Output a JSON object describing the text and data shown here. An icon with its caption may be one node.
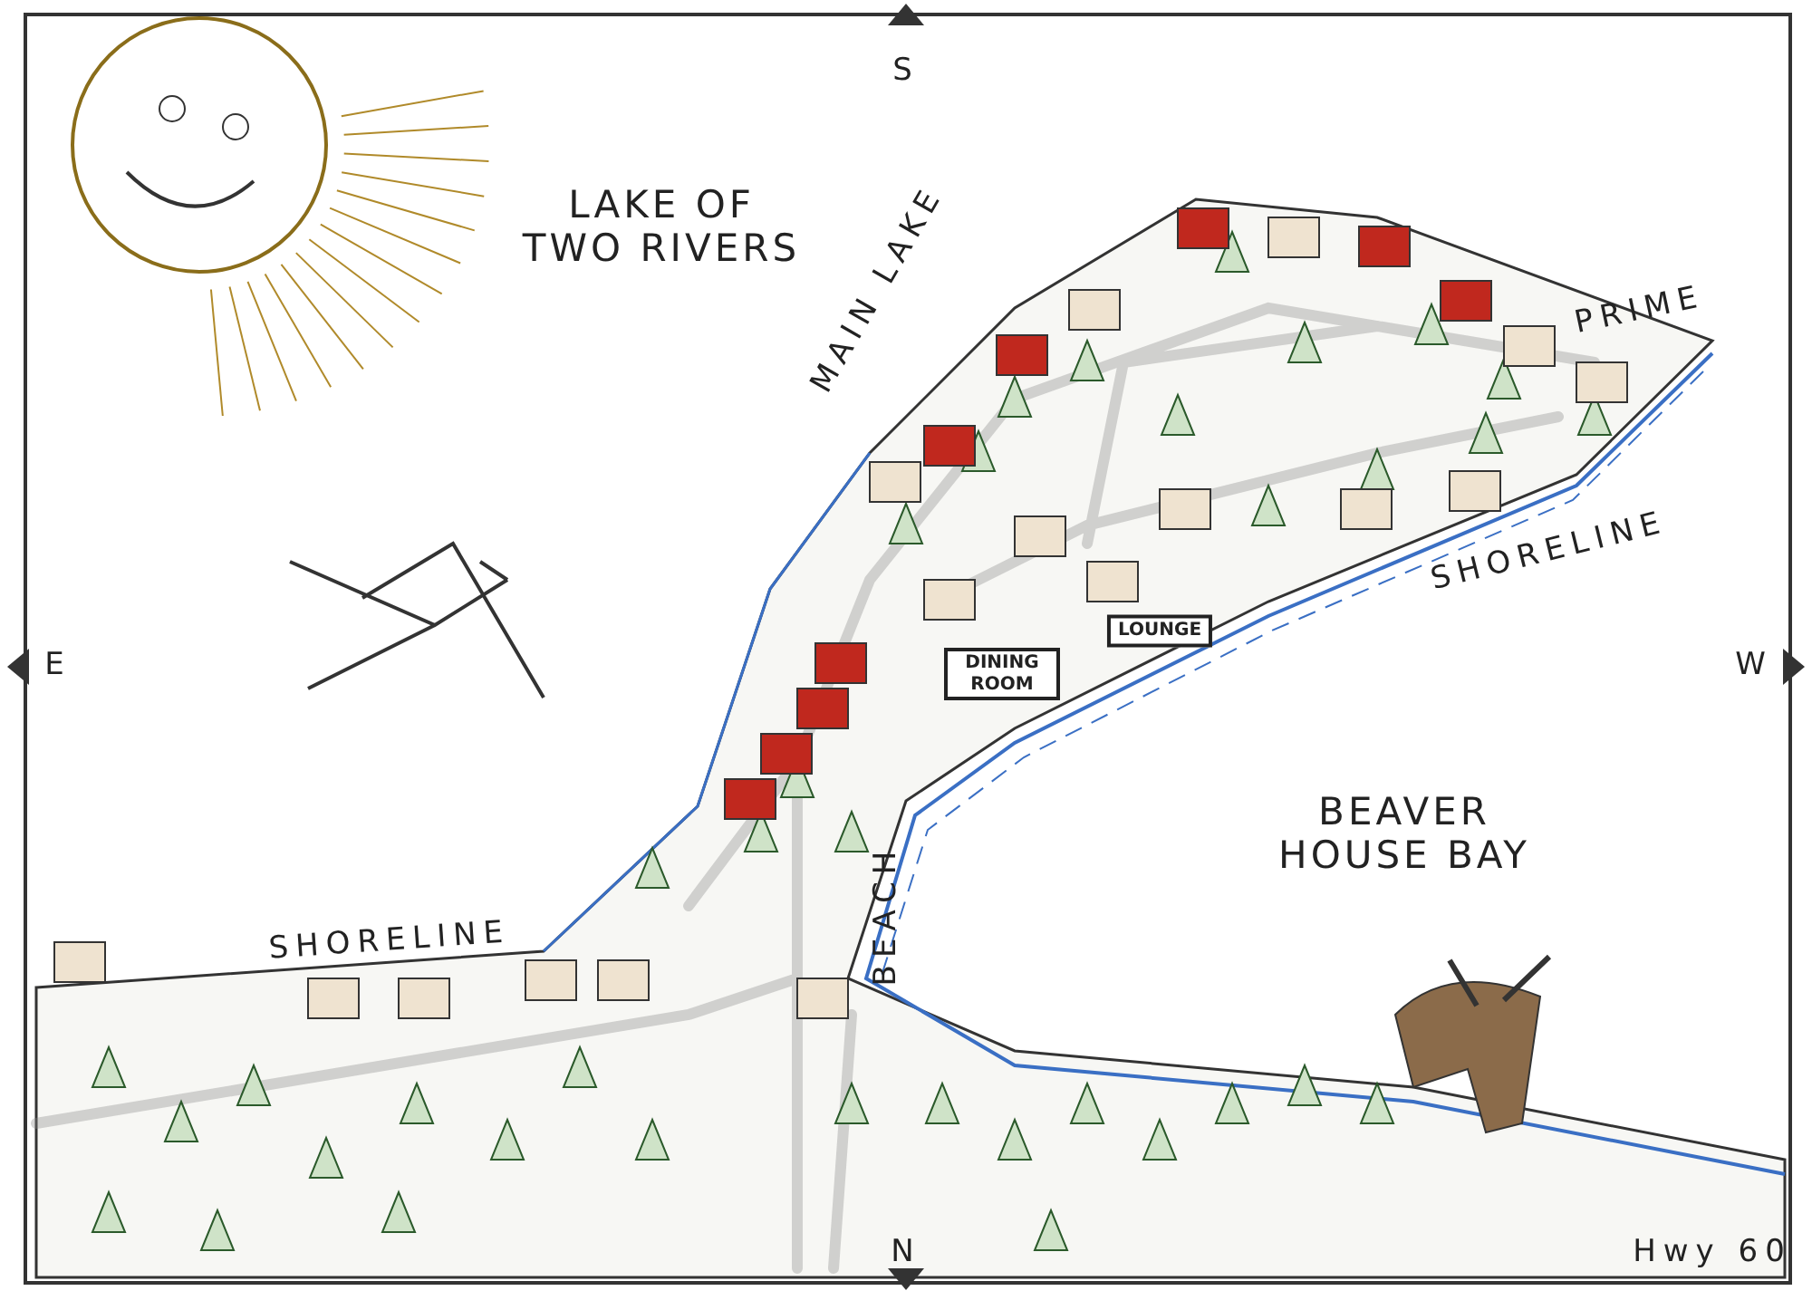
{
  "diagram": {
    "labels": [
      "S",
      "LAKE OF TWO RIVERS",
      "MAIN LAKE",
      "PRIME",
      "SHORELINE",
      "E",
      "W",
      "LOUNGE",
      "DINING ROOM",
      "BEAVER HOUSE BAY",
      "SHORELINE",
      "BEACH",
      "N",
      "Hwy 60"
    ]
  }
}
